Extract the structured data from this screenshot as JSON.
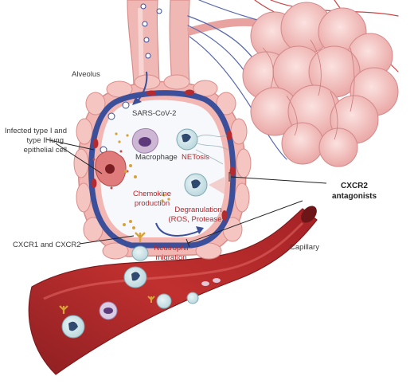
{
  "labels": {
    "alveolus": "Alveolus",
    "sars": "SARS-CoV-2",
    "infected_line1": "Infected type I and",
    "infected_line2": "type II lung",
    "infected_line3": "epithelial cell",
    "macrophage": "Macrophage",
    "netosis": "NETosis",
    "chemokine_line1": "Chemokine",
    "chemokine_line2": "production",
    "degranulation_line1": "Degranulation",
    "degranulation_line2": "(ROS, Proteases)",
    "cxcr2_line1": "CXCR2",
    "cxcr2_line2": "antagonists",
    "cxcr1": "CXCR1 and CXCR2",
    "neutrophil_line1": "Neutrophil",
    "neutrophil_line2": "migration",
    "capillary": "Capillary"
  },
  "colors": {
    "tissue_pink": "#e8a3a1",
    "tissue_light": "#f5cbc9",
    "vessel_blue": "#3b4f9a",
    "blood_red": "#b8262b",
    "alveolus_space": "#f6f8fc",
    "text_red": "#b8262b"
  }
}
